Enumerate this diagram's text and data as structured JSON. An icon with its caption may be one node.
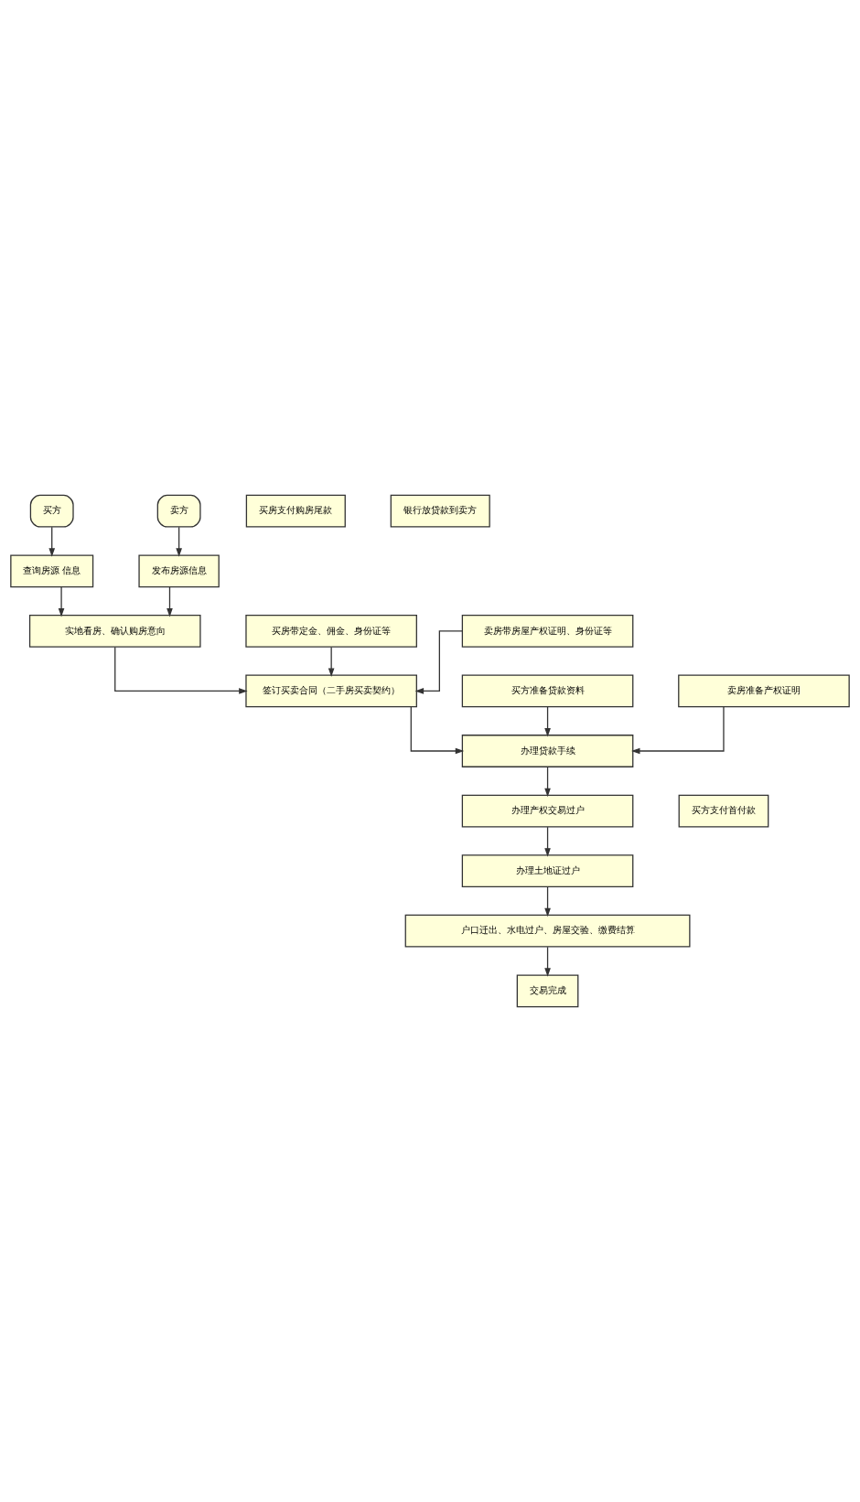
{
  "diagram": {
    "nodes": [
      {
        "text": [
          "买方"
        ]
      },
      {
        "text": [
          "卖方"
        ]
      },
      {
        "text": [
          "查询房源 信息"
        ]
      },
      {
        "text": [
          "发布房源信息"
        ]
      },
      {
        "text": [
          "实地看房、确认购房意向"
        ]
      },
      {
        "text": [
          "买房带定金、佣金、身份证等"
        ]
      },
      {
        "text": [
          "卖房带房屋产权证明、身份证等"
        ]
      },
      {
        "text": [
          "签订买卖合同（二手房买卖契约）"
        ]
      },
      {
        "text": [
          "买方准备贷款资料"
        ]
      },
      {
        "text": [
          "卖房准备产权证明"
        ]
      },
      {
        "text": [
          "办理贷款手续"
        ]
      },
      {
        "text": [
          "买方支付首付款"
        ]
      },
      {
        "text": [
          "办理产权交易过户"
        ]
      },
      {
        "text": [
          "办理土地证过户"
        ]
      },
      {
        "text": [
          "买房支付购房尾款"
        ]
      },
      {
        "text": [
          "银行放贷款到卖方"
        ]
      },
      {
        "text": [
          "户口迁出、水电过户、房屋交验、缴费结算"
        ]
      },
      {
        "text": [
          "交易完成"
        ]
      }
    ],
    "edges": [
      {
        "from": 0,
        "to": 2,
        "arrow": "to"
      },
      {
        "from": 1,
        "to": 3,
        "arrow": "to"
      },
      {
        "from": 2,
        "to": 4,
        "arrow": "to"
      },
      {
        "from": 3,
        "to": 4,
        "arrow": "to"
      },
      {
        "from": 4,
        "to": 7,
        "arrow": "to"
      },
      {
        "from": 5,
        "to": 7,
        "arrow": "to"
      },
      {
        "from": 6,
        "to": 7,
        "arrow": "to"
      },
      {
        "from": 7,
        "to": 10,
        "arrow": "to"
      },
      {
        "from": 8,
        "to": 10,
        "arrow": "to"
      },
      {
        "from": 9,
        "to": 10,
        "arrow": "to"
      },
      {
        "from": 10,
        "to": 12,
        "arrow": "to"
      },
      {
        "from": 12,
        "to": 13,
        "arrow": "to"
      },
      {
        "from": 13,
        "to": 16,
        "arrow": "to"
      },
      {
        "from": 16,
        "to": 17,
        "arrow": "to"
      }
    ]
  }
}
